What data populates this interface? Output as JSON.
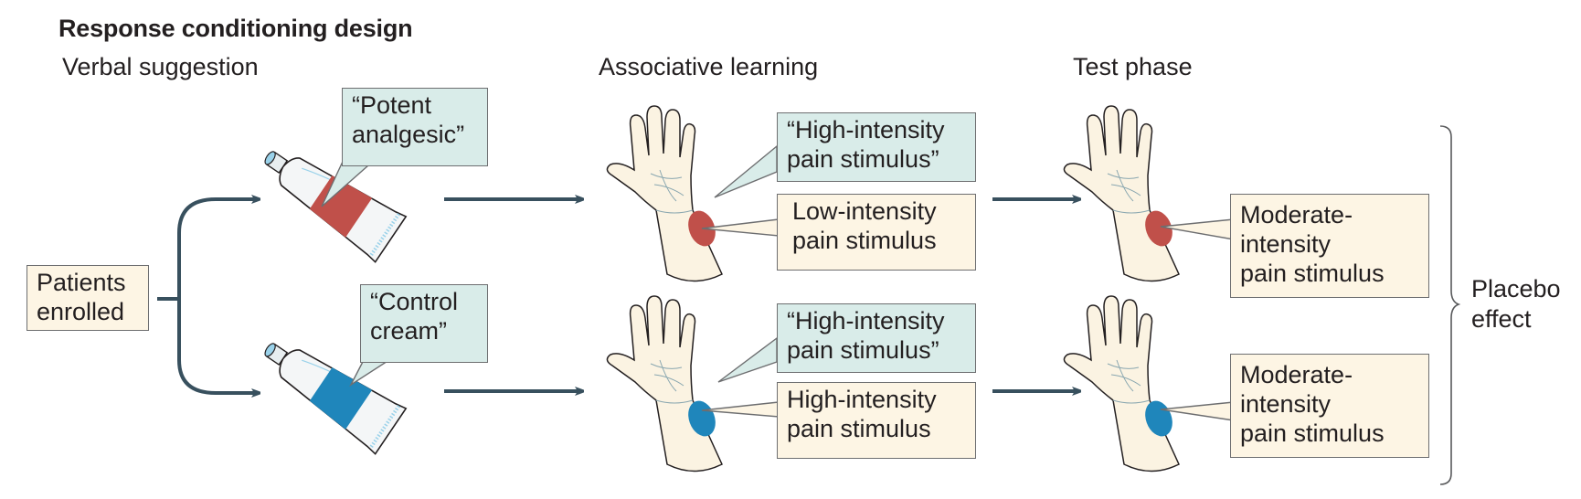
{
  "title": "Response conditioning design",
  "phases": {
    "verbal": "Verbal suggestion",
    "associative": "Associative learning",
    "test": "Test phase"
  },
  "start_box": {
    "line1": "Patients",
    "line2": "enrolled"
  },
  "groups": [
    {
      "name": "placebo",
      "cream_color": "#c0504a",
      "suggestion": {
        "line1": "“Potent",
        "line2": "analgesic”"
      },
      "told": {
        "line1": "“High-intensity",
        "line2": "pain stimulus”"
      },
      "applied": {
        "line1": "Low-intensity",
        "line2": "pain stimulus"
      },
      "test": {
        "line1": "Moderate-",
        "line2": "intensity",
        "line3": "pain stimulus"
      }
    },
    {
      "name": "control",
      "cream_color": "#1f86bb",
      "suggestion": {
        "line1": "“Control",
        "line2": "cream”"
      },
      "told": {
        "line1": "“High-intensity",
        "line2": "pain stimulus”"
      },
      "applied": {
        "line1": "High-intensity",
        "line2": "pain stimulus"
      },
      "test": {
        "line1": "Moderate-",
        "line2": "intensity",
        "line3": "pain stimulus"
      }
    }
  ],
  "outcome": {
    "line1": "Placebo",
    "line2": "effect"
  },
  "colors": {
    "arrow": "#38505e",
    "cream_box": "#fdf5e4",
    "mint_box": "#d9ece9",
    "skin": "#fbf3e2",
    "red_spot": "#c0504a",
    "blue_spot": "#1f86bb"
  }
}
